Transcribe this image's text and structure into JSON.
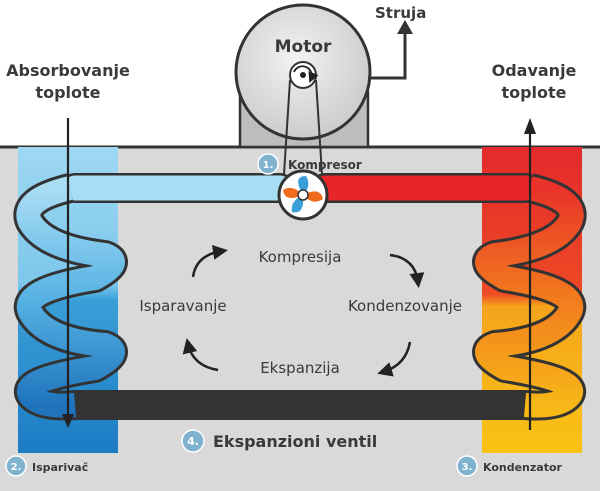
{
  "labels": {
    "motor": "Motor",
    "struja": "Struja",
    "absorb_line1": "Absorbovanje",
    "absorb_line2": "toplote",
    "odavanje_line1": "Odavanje",
    "odavanje_line2": "toplote",
    "kompresija": "Kompresija",
    "kondenzovanje": "Kondenzovanje",
    "ekspanzija": "Ekspanzija",
    "isparavanje": "Isparavanje"
  },
  "components": [
    {
      "number": "1.",
      "name": "Kompresor"
    },
    {
      "number": "2.",
      "name": "Isparivač"
    },
    {
      "number": "3.",
      "name": "Kondenzator"
    },
    {
      "number": "4.",
      "name": "Ekspanzioni ventil"
    }
  ],
  "colors": {
    "cold_light": "#9dd6f0",
    "cold_mid": "#3a9fd8",
    "cold_dark": "#0b5fa8",
    "hot_red": "#e8262a",
    "hot_orange": "#f0701e",
    "hot_yellow": "#f7c214",
    "badge": "#7fb2cf",
    "outline": "#333333",
    "panel_grey": "#d6d6d6"
  }
}
